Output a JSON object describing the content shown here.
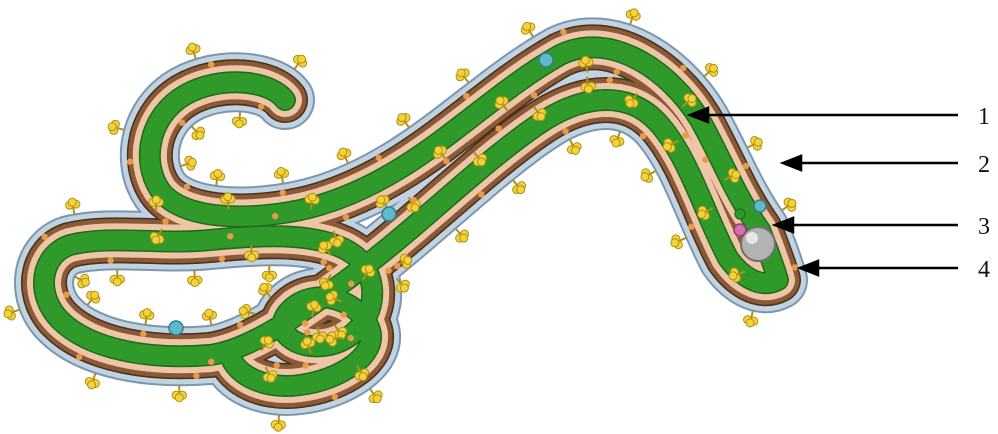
{
  "colors": {
    "envelope": "#bfd3e2",
    "envelope_edge": "#7d96ad",
    "matrix": "#8a5a36",
    "matrix_edge": "#4b2f1a",
    "nucleocapsid_bg": "#efc5a8",
    "rna_helix": "#2f9a2a",
    "rna_edge": "#1f6b1b",
    "glycoprotein": "#f3d23a",
    "glycoprotein_edge": "#b09018",
    "orange_dot": "#e89a46",
    "polymerase": "#b3b3b3",
    "teal_protein": "#5fb9c9",
    "pink_protein": "#d36fae",
    "arrow": "#000000"
  },
  "labels": [
    {
      "id": "label-1",
      "text": "1"
    },
    {
      "id": "label-2",
      "text": "2"
    },
    {
      "id": "label-3",
      "text": "3"
    },
    {
      "id": "label-4",
      "text": "4"
    }
  ]
}
